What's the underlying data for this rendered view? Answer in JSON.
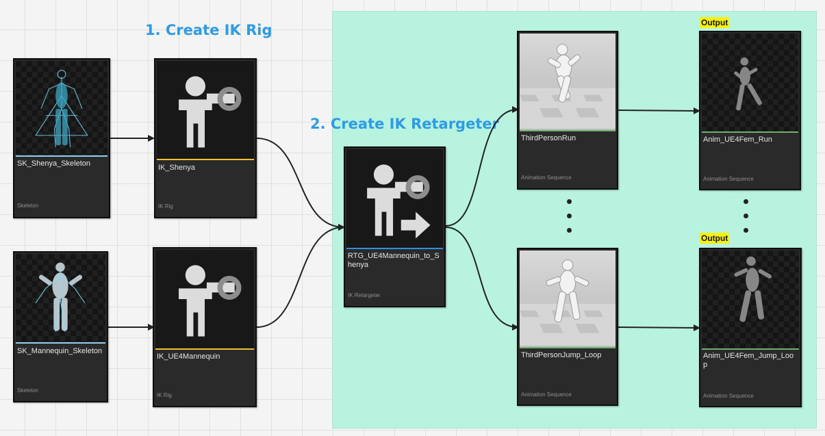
{
  "steps": {
    "create_ik_rig": "1. Create IK Rig",
    "create_ik_retargeter": "2. Create IK Retargeter"
  },
  "output_label": "Output",
  "colors": {
    "region_background": "#b8f3df",
    "step_title": "#2d9be6",
    "skeleton_accent": "#8fd3f0",
    "ik_rig_accent": "#f2c12e",
    "retargeter_accent": "#2f8fe0",
    "animation_accent": "#6fb06a",
    "output_highlight": "#f8f20a"
  },
  "assets": {
    "sk_shenya": {
      "name": "SK_Shenya_Skeleton",
      "type": "Skeleton",
      "icon": "skeleton-thumbnail"
    },
    "sk_mannequin": {
      "name": "SK_Mannequin_Skeleton",
      "type": "Skeleton",
      "icon": "skeleton-thumbnail"
    },
    "ik_shenya": {
      "name": "IK_Shenya",
      "type": "IK Rig",
      "icon": "ik-rig-icon"
    },
    "ik_ue4mannequin": {
      "name": "IK_UE4Mannequin",
      "type": "IK Rig",
      "icon": "ik-rig-icon"
    },
    "rtg": {
      "name": "RTG_UE4Mannequin_to_Shenya",
      "type": "IK Retargeter",
      "icon": "ik-retargeter-icon"
    },
    "third_person_run": {
      "name": "ThirdPersonRun",
      "type": "Animation Sequence",
      "icon": "animation-thumbnail"
    },
    "third_person_jump_loop": {
      "name": "ThirdPersonJump_Loop",
      "type": "Animation Sequence",
      "icon": "animation-thumbnail"
    },
    "anim_ue4fem_run": {
      "name": "Anim_UE4Fem_Run",
      "type": "Animation Sequence",
      "icon": "animation-thumbnail"
    },
    "anim_ue4fem_jump_loop": {
      "name": "Anim_UE4Fem_Jump_Loop",
      "type": "Animation Sequence",
      "icon": "animation-thumbnail"
    }
  }
}
